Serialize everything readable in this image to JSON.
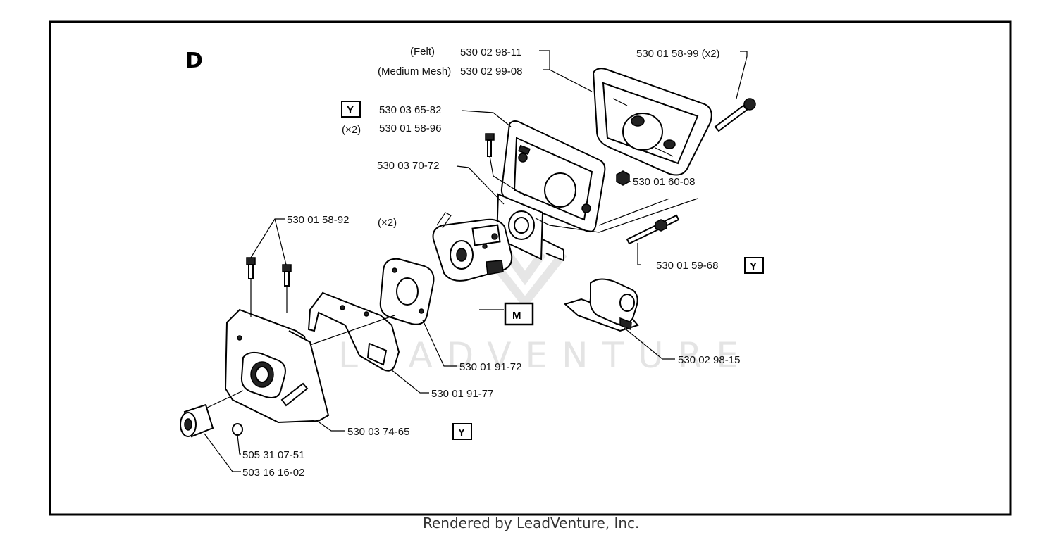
{
  "section_letter": "D",
  "watermark": "LEADVENTURE",
  "footer": "Rendered by LeadVenture, Inc.",
  "callouts": {
    "felt_note": "(Felt)",
    "felt_part": "530 02 98-11",
    "mesh_note": "(Medium Mesh)",
    "mesh_part": "530 02 99-08",
    "cover_screw": "530 01 58-99 (x2)",
    "y_tag_1": "Y",
    "plate": "530 03 65-82",
    "screw_qty": "(×2)",
    "screw": "530 01 58-96",
    "gasket_top": "530 03 70-72",
    "nut": "530 01 60-08",
    "bolts": "530 01 58-92",
    "bolts_qty": "(×2)",
    "stud": "530 01 59-68",
    "y_tag_2": "Y",
    "m_tag": "M",
    "choke": "530 02 98-15",
    "gasket": "530 01 91-72",
    "bracket": "530 01 91-77",
    "housing": "530 03 74-65",
    "y_tag_3": "Y",
    "plug": "505 31 07-51",
    "bushing": "503 16 16-02"
  }
}
